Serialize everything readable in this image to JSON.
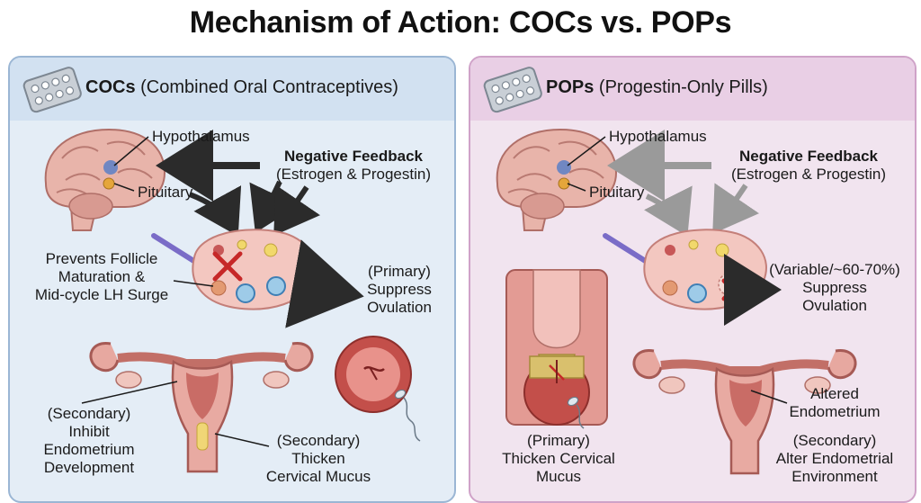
{
  "title": "Mechanism of Action: COCs vs. POPs",
  "coc": {
    "header_abbr": "COCs",
    "header_full": "(Combined Oral Contraceptives)",
    "hypothalamus": "Hypothalamus",
    "pituitary": "Pituitary",
    "feedback_title": "Negative Feedback",
    "feedback_sub": "(Estrogen & Progestin)",
    "follicle_1": "Prevents Follicle",
    "follicle_2": "Maturation &",
    "follicle_3": "Mid-cycle LH Surge",
    "ovulation_1": "(Primary)",
    "ovulation_2": "Suppress",
    "ovulation_3": "Ovulation",
    "endometrium_1": "(Secondary)",
    "endometrium_2": "Inhibit",
    "endometrium_3": "Endometrium",
    "endometrium_4": "Development",
    "mucus_1": "(Secondary)",
    "mucus_2": "Thicken",
    "mucus_3": "Cervical Mucus"
  },
  "pop": {
    "header_abbr": "POPs",
    "header_full": "(Progestin-Only Pills)",
    "hypothalamus": "Hypothalamus",
    "pituitary": "Pituitary",
    "feedback_title": "Negative Feedback",
    "feedback_sub": "(Estrogen & Progestin)",
    "ovulation_1": "(Variable/~60-70%)",
    "ovulation_2": "Suppress",
    "ovulation_3": "Ovulation",
    "endometrium_1": "Altered",
    "endometrium_2": "Endometrium",
    "mucus_1": "(Primary)",
    "mucus_2": "Thicken Cervical",
    "mucus_3": "Mucus",
    "env_1": "(Secondary)",
    "env_2": "Alter Endometrial",
    "env_3": "Environment"
  },
  "colors": {
    "coc_bg": "#e4edf6",
    "pop_bg": "#f1e4ef",
    "block_x": "#c62828",
    "arrow_dark": "#2b2b2b",
    "arrow_light": "#9a9a9a"
  },
  "icons": [
    "pill-pack-icon",
    "brain-icon",
    "ovary-icon",
    "uterus-icon",
    "cervix-icon",
    "sperm-icon",
    "block-x-icon"
  ]
}
